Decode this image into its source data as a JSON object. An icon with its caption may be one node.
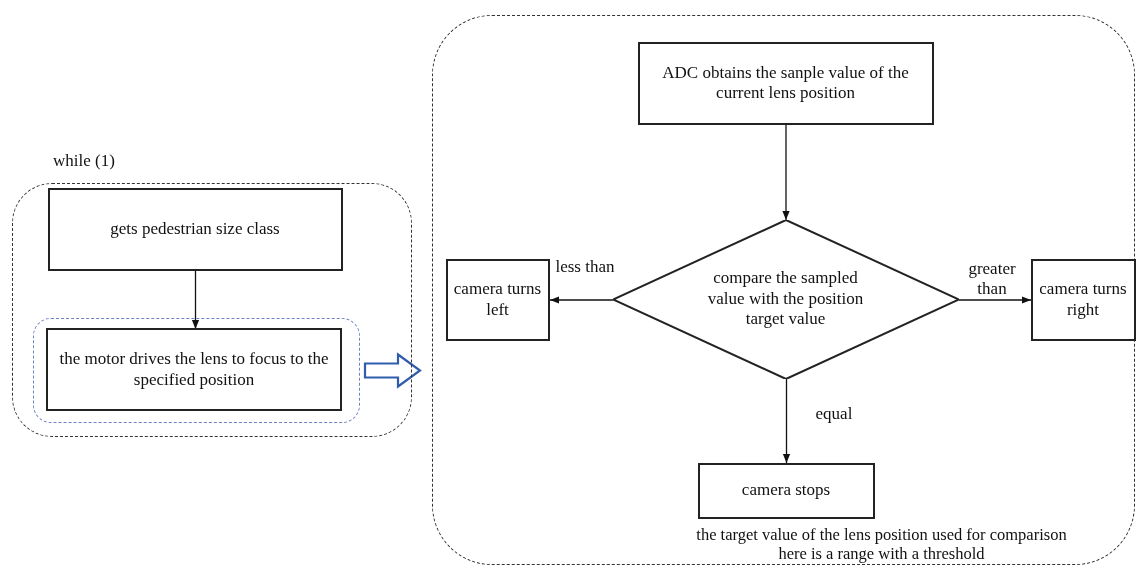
{
  "diagram": {
    "nodes": [
      {
        "text": [
          "while (1)"
        ]
      },
      {
        "text": [
          "gets pedestrian size class"
        ],
        "in": 0
      },
      {
        "text": [],
        "shape": "box",
        "in": 0
      },
      {
        "text": [
          "the motor drives the lens to focus to the specified position"
        ],
        "in": 2
      },
      {
        "text": [],
        "shape": "box"
      },
      {
        "text": [
          "ADC obtains the sanple value of the current lens position"
        ],
        "in": 4
      },
      {
        "text": [
          "compare the sampled value with the position target value"
        ],
        "in": 4
      },
      {
        "text": [
          "camera turns left"
        ],
        "in": 4
      },
      {
        "text": [
          "camera turns right"
        ],
        "in": 4
      },
      {
        "text": [
          "camera stops"
        ],
        "in": 4,
        "beside": [
          "the target value of the lens position used for comparison here is a range with a threshold"
        ]
      }
    ],
    "edges": [
      {
        "from": 1,
        "to": 3,
        "arrow": "to"
      },
      {
        "from": 2,
        "to": 4,
        "arrow": "to",
        "style": "thick",
        "color": "#2f5cab"
      },
      {
        "from": 5,
        "to": 6,
        "arrow": "to"
      },
      {
        "from": 6,
        "to": 7,
        "arrow": "to",
        "label": "less than"
      },
      {
        "from": 6,
        "to": 8,
        "arrow": "to",
        "label": "greater than"
      },
      {
        "from": 6,
        "to": 9,
        "arrow": "to",
        "label": "equal"
      }
    ]
  }
}
